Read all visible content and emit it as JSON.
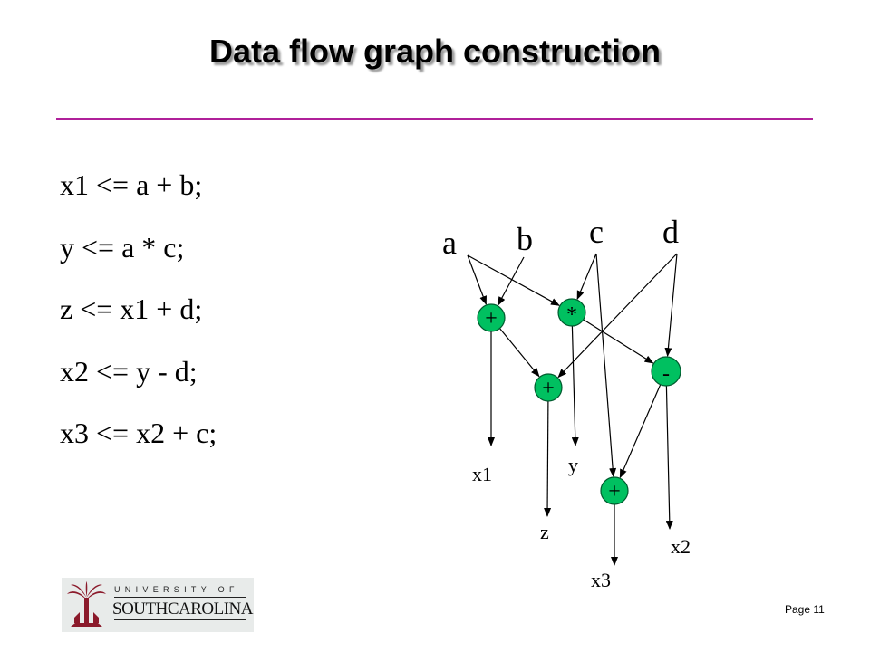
{
  "slide": {
    "title": "Data flow graph construction",
    "page_number": "Page 11"
  },
  "colors": {
    "title_rule": "#b0209a",
    "node_fill": "#00c060",
    "logo_garnet": "#8b1a2b"
  },
  "code": {
    "lines": [
      "x1 <= a + b;",
      "y <= a * c;",
      "z <= x1 + d;",
      "x2 <= y - d;",
      "x3 <= x2 + c;"
    ]
  },
  "graph": {
    "inputs": [
      "a",
      "b",
      "c",
      "d"
    ],
    "operators": [
      {
        "id": "add1",
        "symbol": "+"
      },
      {
        "id": "mul",
        "symbol": "*"
      },
      {
        "id": "add2",
        "symbol": "+"
      },
      {
        "id": "sub",
        "symbol": "-"
      },
      {
        "id": "add3",
        "symbol": "+"
      }
    ],
    "outputs": [
      "x1",
      "y",
      "z",
      "x2",
      "x3"
    ],
    "edges": [
      {
        "from": "a",
        "to": "add1"
      },
      {
        "from": "b",
        "to": "add1"
      },
      {
        "from": "a",
        "to": "mul"
      },
      {
        "from": "c",
        "to": "mul"
      },
      {
        "from": "add1",
        "to": "add2"
      },
      {
        "from": "d",
        "to": "add2"
      },
      {
        "from": "mul",
        "to": "sub"
      },
      {
        "from": "d",
        "to": "sub"
      },
      {
        "from": "sub",
        "to": "add3"
      },
      {
        "from": "c",
        "to": "add3"
      },
      {
        "from": "add1",
        "to": "x1"
      },
      {
        "from": "mul",
        "to": "y"
      },
      {
        "from": "add2",
        "to": "z"
      },
      {
        "from": "sub",
        "to": "x2"
      },
      {
        "from": "add3",
        "to": "x3"
      }
    ]
  },
  "logo": {
    "icon": "palmetto-tree-icon",
    "line1": "UNIVERSITY OF",
    "line2": "SOUTHCAROLINA"
  }
}
